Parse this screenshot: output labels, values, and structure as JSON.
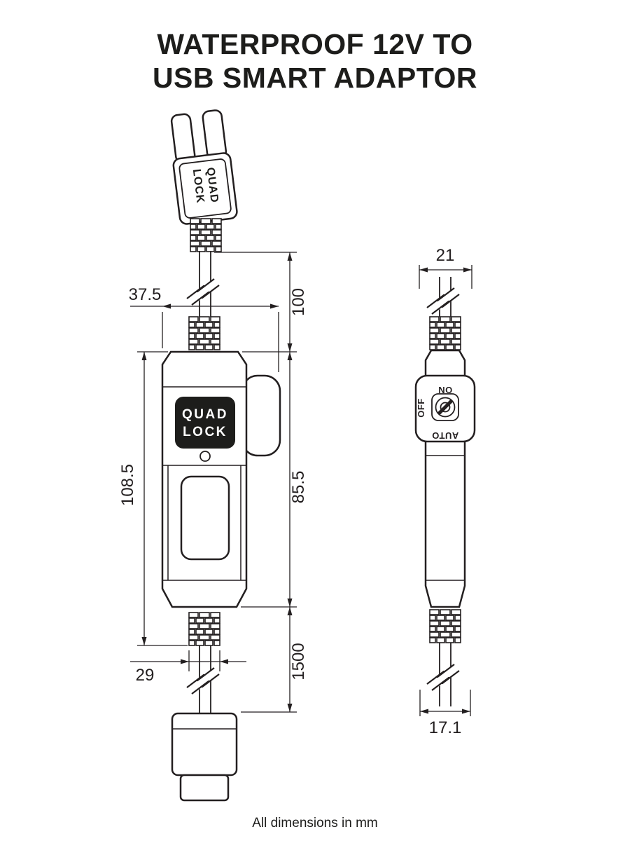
{
  "title": {
    "line1": "WATERPROOF 12V TO",
    "line2": "USB SMART ADAPTOR"
  },
  "footer": {
    "note": "All dimensions in mm"
  },
  "brand": {
    "word1": "QUAD",
    "word2": "LOCK"
  },
  "switch": {
    "on": "ON",
    "off": "OFF",
    "auto": "AUTO"
  },
  "dimensions": {
    "front_top_width": "37.5",
    "top_cable_length": "100",
    "front_total_height": "108.5",
    "front_body_height": "85.5",
    "front_bottom_width": "29",
    "bottom_cable_length": "1500",
    "side_top_width": "21",
    "side_bottom_width": "17.1"
  },
  "colors": {
    "line": "#231f20",
    "badge": "#1d1d1b",
    "background": "#ffffff"
  }
}
